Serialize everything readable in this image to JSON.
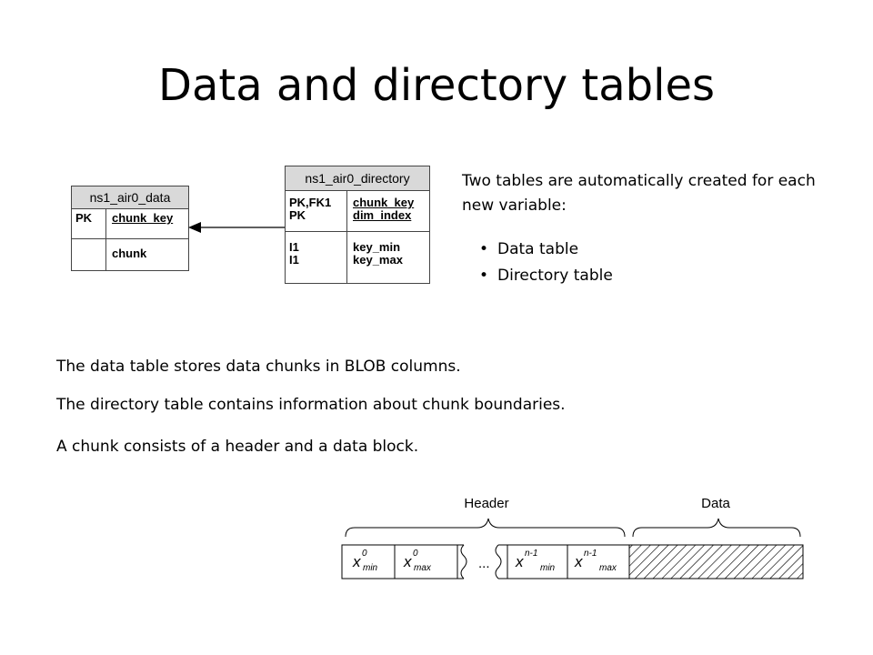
{
  "slide": {
    "title": "Data and directory tables",
    "intro": "Two tables are automatically created for each new variable:",
    "bullets": [
      "Data table",
      "Directory table"
    ],
    "paragraphs": [
      "The data table stores data chunks in BLOB columns.",
      "The directory table contains information about chunk boundaries.",
      "A chunk consists of a header and a data block."
    ]
  },
  "data_table": {
    "name": "ns1_air0_data",
    "pk_label": "PK",
    "pk_column": "chunk_key",
    "column": "chunk"
  },
  "directory_table": {
    "name": "ns1_air0_directory",
    "key_labels": [
      "PK,FK1",
      "PK"
    ],
    "key_columns": [
      "chunk_key",
      "dim_index"
    ],
    "index_labels": [
      "I1",
      "I1"
    ],
    "index_columns": [
      "key_min",
      "key_max"
    ]
  },
  "chunk_diagram": {
    "header_label": "Header",
    "data_label": "Data",
    "ellipsis": "...",
    "cells": [
      {
        "base": "x",
        "sup": "0",
        "sub": "min"
      },
      {
        "base": "x",
        "sup": "0",
        "sub": "max"
      },
      {
        "base": "x",
        "sup": "n-1",
        "sub": "min"
      },
      {
        "base": "x",
        "sup": "n-1",
        "sub": "max"
      }
    ]
  }
}
